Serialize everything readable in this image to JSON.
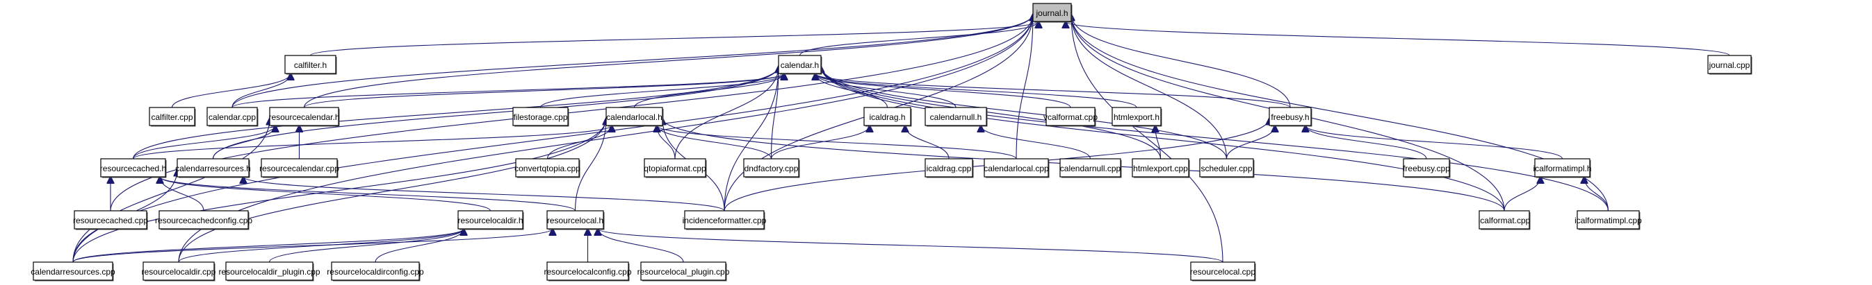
{
  "title": "journal.h include dependency graph",
  "colors": {
    "edge": "#191970",
    "focus_fill": "#bfbfbf",
    "node_fill": "#ffffff",
    "border": "#000000"
  },
  "nodes": [
    {
      "id": "journal_h",
      "label": "journal.h",
      "focus": true
    },
    {
      "id": "calfilter_h",
      "label": "calfilter.h"
    },
    {
      "id": "calendar_h",
      "label": "calendar.h"
    },
    {
      "id": "journal_cpp",
      "label": "journal.cpp"
    },
    {
      "id": "calfilter_cpp",
      "label": "calfilter.cpp"
    },
    {
      "id": "calendar_cpp",
      "label": "calendar.cpp"
    },
    {
      "id": "resourcecalendar_h",
      "label": "resourcecalendar.h"
    },
    {
      "id": "filestorage_cpp",
      "label": "filestorage.cpp"
    },
    {
      "id": "calendarlocal_h",
      "label": "calendarlocal.h"
    },
    {
      "id": "icaldrag_h",
      "label": "icaldrag.h"
    },
    {
      "id": "calendarnull_h",
      "label": "calendarnull.h"
    },
    {
      "id": "vcalformat_cpp",
      "label": "vcalformat.cpp"
    },
    {
      "id": "htmlexport_h",
      "label": "htmlexport.h"
    },
    {
      "id": "freebusy_h",
      "label": "freebusy.h"
    },
    {
      "id": "resourcecached_h",
      "label": "resourcecached.h"
    },
    {
      "id": "calendarresources_h",
      "label": "calendarresources.h"
    },
    {
      "id": "resourcecalendar_cpp",
      "label": "resourcecalendar.cpp"
    },
    {
      "id": "convertqtopia_cpp",
      "label": "convertqtopia.cpp"
    },
    {
      "id": "qtopiaformat_cpp",
      "label": "qtopiaformat.cpp"
    },
    {
      "id": "dndfactory_cpp",
      "label": "dndfactory.cpp"
    },
    {
      "id": "icaldrag_cpp",
      "label": "icaldrag.cpp"
    },
    {
      "id": "calendarlocal_cpp",
      "label": "calendarlocal.cpp"
    },
    {
      "id": "calendarnull_cpp",
      "label": "calendarnull.cpp"
    },
    {
      "id": "htmlexport_cpp",
      "label": "htmlexport.cpp"
    },
    {
      "id": "scheduler_cpp",
      "label": "scheduler.cpp"
    },
    {
      "id": "freebusy_cpp",
      "label": "freebusy.cpp"
    },
    {
      "id": "icalformatimpl_h",
      "label": "icalformatimpl.h"
    },
    {
      "id": "resourcecached_cpp",
      "label": "resourcecached.cpp"
    },
    {
      "id": "resourcecachedconfig_cpp",
      "label": "resourcecachedconfig.cpp"
    },
    {
      "id": "resourcelocaldir_h",
      "label": "resourcelocaldir.h"
    },
    {
      "id": "resourcelocal_h",
      "label": "resourcelocal.h"
    },
    {
      "id": "incidenceformatter_cpp",
      "label": "incidenceformatter.cpp"
    },
    {
      "id": "icalformat_cpp",
      "label": "icalformat.cpp"
    },
    {
      "id": "icalformatimpl_cpp",
      "label": "icalformatimpl.cpp"
    },
    {
      "id": "calendarresources_cpp",
      "label": "calendarresources.cpp"
    },
    {
      "id": "resourcelocaldir_cpp",
      "label": "resourcelocaldir.cpp"
    },
    {
      "id": "resourcelocaldir_plugin_cpp",
      "label": "resourcelocaldir_plugin.cpp"
    },
    {
      "id": "resourcelocaldirconfig_cpp",
      "label": "resourcelocaldirconfig.cpp"
    },
    {
      "id": "resourcelocalconfig_cpp",
      "label": "resourcelocalconfig.cpp"
    },
    {
      "id": "resourcelocal_plugin_cpp",
      "label": "resourcelocal_plugin.cpp"
    },
    {
      "id": "resourcelocal_cpp",
      "label": "resourcelocal.cpp"
    }
  ],
  "edges": [
    [
      "calfilter_h",
      "journal_h"
    ],
    [
      "calendar_h",
      "journal_h"
    ],
    [
      "journal_cpp",
      "journal_h"
    ],
    [
      "calendar_cpp",
      "journal_h"
    ],
    [
      "resourcecalendar_h",
      "journal_h"
    ],
    [
      "freebusy_h",
      "journal_h"
    ],
    [
      "calendarlocal_cpp",
      "journal_h"
    ],
    [
      "scheduler_cpp",
      "journal_h"
    ],
    [
      "icalformat_cpp",
      "journal_h"
    ],
    [
      "icalformatimpl_cpp",
      "journal_h"
    ],
    [
      "incidenceformatter_cpp",
      "journal_h"
    ],
    [
      "calendarresources_cpp",
      "journal_h"
    ],
    [
      "resourcelocaldir_cpp",
      "journal_h"
    ],
    [
      "resourcecached_cpp",
      "journal_h"
    ],
    [
      "resourcelocal_cpp",
      "journal_h"
    ],
    [
      "calfilter_cpp",
      "calfilter_h"
    ],
    [
      "calendar_cpp",
      "calfilter_h"
    ],
    [
      "calendar_cpp",
      "calendar_h"
    ],
    [
      "resourcecalendar_h",
      "calendar_h"
    ],
    [
      "filestorage_cpp",
      "calendar_h"
    ],
    [
      "calendarlocal_h",
      "calendar_h"
    ],
    [
      "icaldrag_h",
      "calendar_h"
    ],
    [
      "calendarnull_h",
      "calendar_h"
    ],
    [
      "vcalformat_cpp",
      "calendar_h"
    ],
    [
      "htmlexport_h",
      "calendar_h"
    ],
    [
      "freebusy_h",
      "calendar_h"
    ],
    [
      "calendarresources_h",
      "calendar_h"
    ],
    [
      "resourcecached_h",
      "calendar_h"
    ],
    [
      "qtopiaformat_cpp",
      "calendar_h"
    ],
    [
      "dndfactory_cpp",
      "calendar_h"
    ],
    [
      "scheduler_cpp",
      "calendar_h"
    ],
    [
      "incidenceformatter_cpp",
      "calendar_h"
    ],
    [
      "icalformat_cpp",
      "calendar_h"
    ],
    [
      "icalformatimpl_cpp",
      "calendar_h"
    ],
    [
      "htmlexport_cpp",
      "calendar_h"
    ],
    [
      "resourcecached_h",
      "resourcecalendar_h"
    ],
    [
      "calendarresources_h",
      "resourcecalendar_h"
    ],
    [
      "resourcecalendar_cpp",
      "resourcecalendar_h"
    ],
    [
      "calendarresources_cpp",
      "resourcecalendar_h"
    ],
    [
      "resourcelocaldir_cpp",
      "calendarlocal_h"
    ],
    [
      "resourcecached_h",
      "calendarlocal_h"
    ],
    [
      "calendarresources_cpp",
      "calendarlocal_h"
    ],
    [
      "convertqtopia_cpp",
      "calendarlocal_h"
    ],
    [
      "qtopiaformat_cpp",
      "calendarlocal_h"
    ],
    [
      "dndfactory_cpp",
      "calendarlocal_h"
    ],
    [
      "calendarlocal_cpp",
      "calendarlocal_h"
    ],
    [
      "incidenceformatter_cpp",
      "calendarlocal_h"
    ],
    [
      "resourcelocal_h",
      "calendarlocal_h"
    ],
    [
      "icalformat_cpp",
      "calendarlocal_h"
    ],
    [
      "dndfactory_cpp",
      "icaldrag_h"
    ],
    [
      "icaldrag_cpp",
      "icaldrag_h"
    ],
    [
      "calendarnull_cpp",
      "calendarnull_h"
    ],
    [
      "htmlexport_cpp",
      "htmlexport_h"
    ],
    [
      "scheduler_cpp",
      "freebusy_h"
    ],
    [
      "freebusy_cpp",
      "freebusy_h"
    ],
    [
      "icalformatimpl_h",
      "freebusy_h"
    ],
    [
      "incidenceformatter_cpp",
      "freebusy_h"
    ],
    [
      "resourcecached_cpp",
      "resourcecached_h"
    ],
    [
      "resourcecachedconfig_cpp",
      "resourcecached_h"
    ],
    [
      "resourcelocaldir_h",
      "resourcecached_h"
    ],
    [
      "resourcelocal_h",
      "resourcecached_h"
    ],
    [
      "calendarresources_cpp",
      "calendarresources_h"
    ],
    [
      "incidenceformatter_cpp",
      "calendarresources_h"
    ],
    [
      "icalformat_cpp",
      "icalformatimpl_h"
    ],
    [
      "icalformatimpl_cpp",
      "icalformatimpl_h"
    ],
    [
      "resourcelocaldir_cpp",
      "resourcelocaldir_h"
    ],
    [
      "resourcelocaldir_plugin_cpp",
      "resourcelocaldir_h"
    ],
    [
      "resourcelocaldirconfig_cpp",
      "resourcelocaldir_h"
    ],
    [
      "calendarresources_cpp",
      "resourcelocaldir_h"
    ],
    [
      "calendarresources_cpp",
      "resourcelocal_h"
    ],
    [
      "resourcelocalconfig_cpp",
      "resourcelocal_h"
    ],
    [
      "resourcelocal_plugin_cpp",
      "resourcelocal_h"
    ],
    [
      "resourcelocal_cpp",
      "resourcelocal_h"
    ]
  ]
}
